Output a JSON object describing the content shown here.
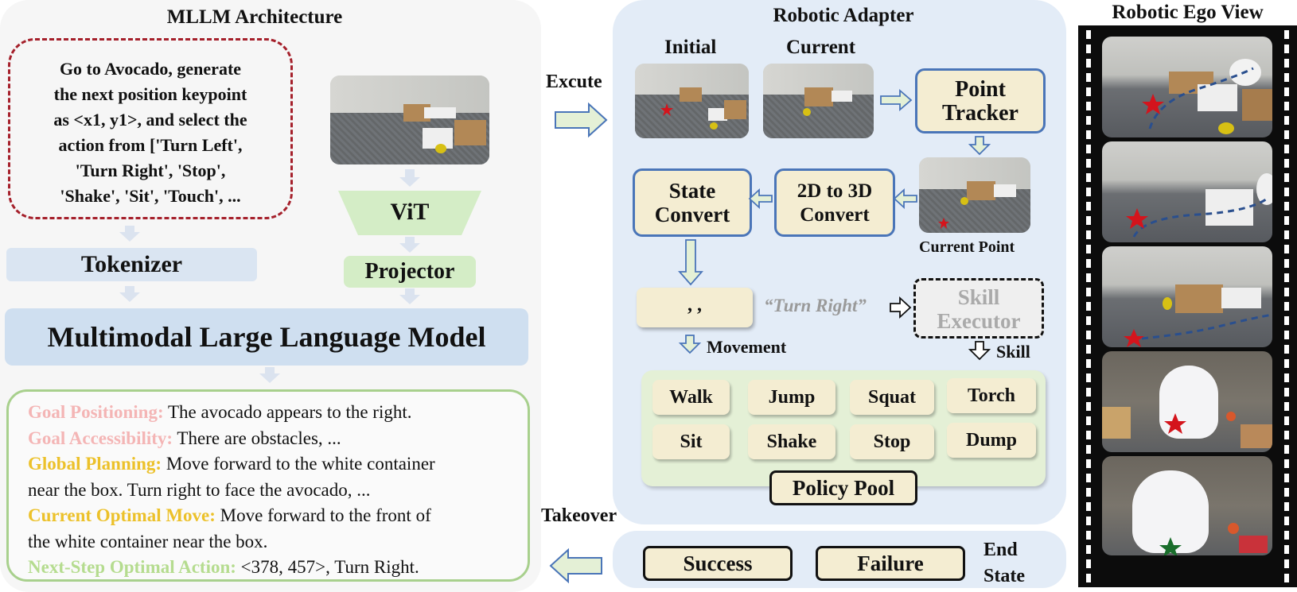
{
  "mllm": {
    "title": "MLLM Architecture",
    "prompt_lines": [
      "Go to Avocado, generate",
      "the next position keypoint",
      "as <x1, y1>, and select the",
      "action from ['Turn Left',",
      "'Turn Right', 'Stop',",
      "'Shake', 'Sit', 'Touch', ..."
    ],
    "vit": "ViT",
    "projector": "Projector",
    "tokenizer": "Tokenizer",
    "model": "Multimodal Large Language Model",
    "output": [
      {
        "label": "Goal Positioning:",
        "text": " The avocado appears to the right.",
        "color": "#f4b5b5"
      },
      {
        "label": "Goal Accessibility:",
        "text": " There are obstacles,  ...",
        "color": "#f4b5b5"
      },
      {
        "label": "Global Planning:",
        "text": " Move forward to  the white container",
        "color": "#ecc12a"
      },
      {
        "label": "",
        "text": "near the box. Turn right to face the avocado, ...",
        "color": ""
      },
      {
        "label": "Current Optimal Move:",
        "text": " Move forward to the front of",
        "color": "#ecc12a"
      },
      {
        "label": "",
        "text": "the white container near the box.",
        "color": ""
      },
      {
        "label": "Next-Step Optimal Action:",
        "text": " <378, 457>, Turn Right.",
        "color": "#b5dc8f"
      }
    ]
  },
  "flow": {
    "execute": "Excute",
    "takeover": "Takeover"
  },
  "adapter": {
    "title": "Robotic Adapter",
    "initial": "Initial",
    "current": "Current",
    "point_tracker": [
      "Point",
      "Tracker"
    ],
    "state_convert": [
      "State",
      "Convert"
    ],
    "convert_2d_3d": [
      "2D to 3D",
      "Convert"
    ],
    "current_point": "Current Point",
    "state_vector": ",      ,",
    "turn_right": "“Turn Right”",
    "skill_executor": [
      "Skill",
      "Executor"
    ],
    "movement": "Movement",
    "skill": "Skill",
    "policies": [
      "Walk",
      "Jump",
      "Squat",
      "Torch",
      "Sit",
      "Shake",
      "Stop",
      "Dump"
    ],
    "policy_pool": "Policy Pool"
  },
  "end_state": {
    "success": "Success",
    "failure": "Failure",
    "label": [
      "End",
      "State"
    ]
  },
  "ego": {
    "title": "Robotic Ego View"
  },
  "colors": {
    "prompt_border": "#a5202b",
    "tracker_border": "#4a75b8",
    "policy_bg": "#f4edd2",
    "pool_bg": "#e4f0d6",
    "marker": "#d4141c"
  }
}
